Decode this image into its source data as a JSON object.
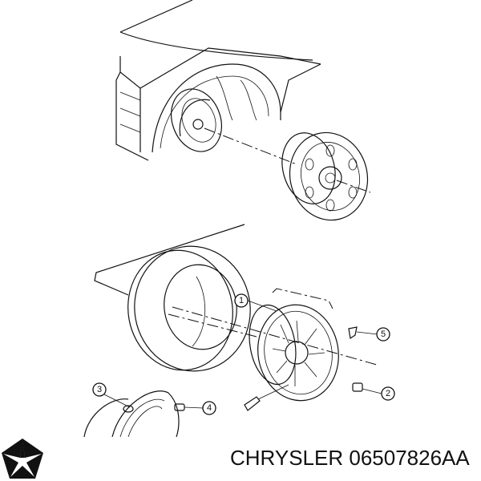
{
  "caption": {
    "brand": "CHRYSLER",
    "part_number": "06507826AA"
  },
  "logo": {
    "name": "Chrysler pentastar"
  },
  "callouts": [
    {
      "id": "1",
      "label": "1"
    },
    {
      "id": "2",
      "label": "2"
    },
    {
      "id": "3",
      "label": "3"
    },
    {
      "id": "4",
      "label": "4"
    },
    {
      "id": "5",
      "label": "5"
    }
  ]
}
